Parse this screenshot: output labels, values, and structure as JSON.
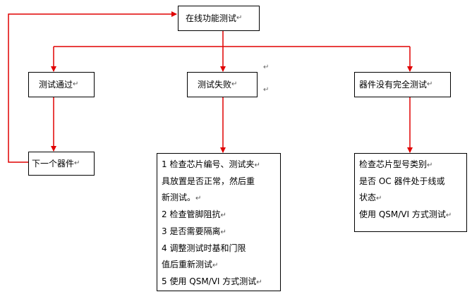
{
  "mark": "↵",
  "nodes": {
    "root": {
      "label": "在线功能测试"
    },
    "pass": {
      "label": "测试通过"
    },
    "fail": {
      "label": "测试失败"
    },
    "incomplete": {
      "label": "器件没有完全测试"
    },
    "next": {
      "label": "下一个器件"
    },
    "fail_detail": {
      "lines": [
        "1 检查芯片编号、测试夹",
        "具放置是否正常，然后重",
        "新测试。",
        "2  检查管脚阻抗",
        "3 是否需要隔离",
        "4  调整测试时基和门限",
        "值后重新测试",
        "5 使用 QSM/VI 方式测试"
      ]
    },
    "incomplete_detail": {
      "lines": [
        "检查芯片型号类别",
        "是否 OC 器件处于线或",
        "状态",
        "使用 QSM/VI 方式测试"
      ]
    }
  },
  "colors": {
    "connector": "#e00000",
    "border": "#000000"
  }
}
